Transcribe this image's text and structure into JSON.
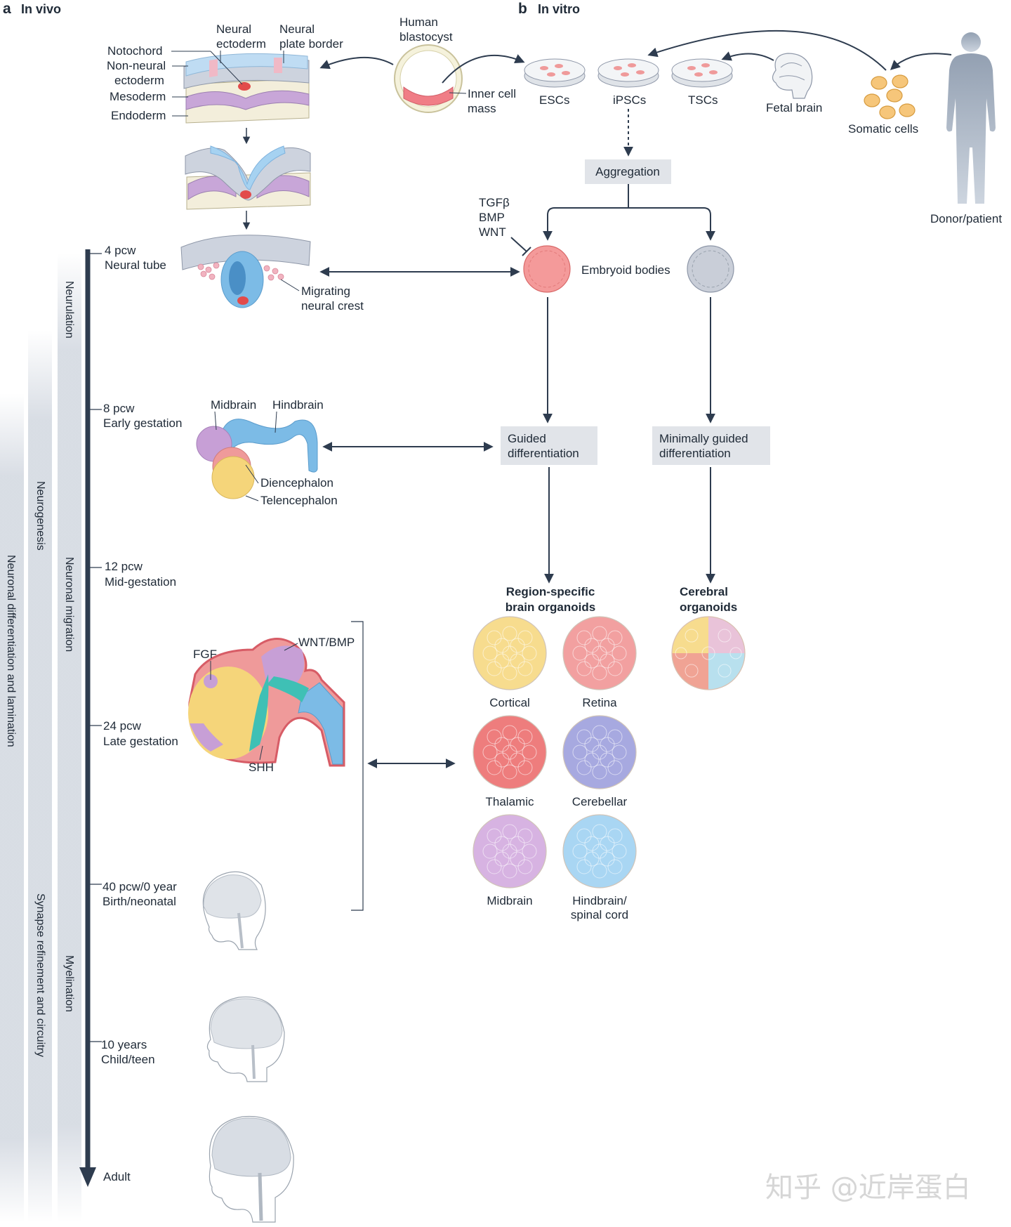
{
  "panel_a": {
    "letter": "a",
    "title": "In vivo"
  },
  "panel_b": {
    "letter": "b",
    "title": "In vitro"
  },
  "embryo_labels": {
    "neural_ectoderm": [
      "Neural",
      "ectoderm"
    ],
    "neural_plate_border": [
      "Neural",
      "plate border"
    ],
    "notochord": "Notochord",
    "non_neural_ectoderm": [
      "Non-neural",
      "ectoderm"
    ],
    "mesoderm": "Mesoderm",
    "endoderm": "Endoderm"
  },
  "timeline": [
    {
      "time": "4 pcw",
      "stage": "Neural tube"
    },
    {
      "time": "8 pcw",
      "stage": "Early gestation"
    },
    {
      "time": "12 pcw",
      "stage": "Mid-gestation"
    },
    {
      "time": "24 pcw",
      "stage": "Late gestation"
    },
    {
      "time": "40 pcw/0 year",
      "stage": "Birth/neonatal"
    },
    {
      "time": "10 years",
      "stage": "Child/teen"
    },
    {
      "time": "Adult",
      "stage": ""
    }
  ],
  "process_bars": {
    "outer": "Neuronal differentiation and lamination",
    "middle": [
      "Neurogenesis",
      "Synapse refinement and circuitry"
    ],
    "inner": [
      "Neurulation",
      "Neuronal migration",
      "Myelination"
    ]
  },
  "neural_crest_label": [
    "Migrating",
    "neural crest"
  ],
  "brain8_labels": {
    "midbrain": "Midbrain",
    "hindbrain": "Hindbrain",
    "diencephalon": "Diencephalon",
    "telencephalon": "Telencephalon"
  },
  "brain24_labels": {
    "fgf": "FGF",
    "wnt_bmp": "WNT/BMP",
    "shh": "SHH"
  },
  "sources": {
    "blastocyst": [
      "Human",
      "blastocyst"
    ],
    "inner_cell_mass": [
      "Inner cell",
      "mass"
    ],
    "escs": "ESCs",
    "ipscs": "iPSCs",
    "tscs": "TSCs",
    "fetal_brain": "Fetal brain",
    "somatic_cells": "Somatic cells",
    "donor": "Donor/patient"
  },
  "flow": {
    "aggregation": "Aggregation",
    "factors": [
      "TGFβ",
      "BMP",
      "WNT"
    ],
    "embryoid_bodies": "Embryoid bodies",
    "guided": [
      "Guided",
      "differentiation"
    ],
    "minimally_guided": [
      "Minimally guided",
      "differentiation"
    ]
  },
  "region_specific": {
    "title": [
      "Region-specific",
      "brain organoids"
    ],
    "organoids": [
      {
        "label": [
          "Cortical"
        ],
        "color": "#f7dc8e"
      },
      {
        "label": [
          "Retina"
        ],
        "color": "#f2a0a0"
      },
      {
        "label": [
          "Thalamic"
        ],
        "color": "#ee7d7d"
      },
      {
        "label": [
          "Cerebellar"
        ],
        "color": "#a7a9e0"
      },
      {
        "label": [
          "Midbrain"
        ],
        "color": "#d7b3e2"
      },
      {
        "label": [
          "Hindbrain/",
          "spinal cord"
        ],
        "color": "#a9d6f3"
      }
    ]
  },
  "cerebral": {
    "title": [
      "Cerebral",
      "organoids"
    ]
  },
  "watermark": "知乎 @近岸蛋白",
  "colors": {
    "arrow": "#2e3c4f",
    "box_bg": "#e1e4e9",
    "midbrain_purple": "#c79fd6",
    "hindbrain_blue": "#7cbbe6",
    "diencephalon_red": "#ef9a9a",
    "telencephalon_yellow": "#f5d57a",
    "shh_teal": "#3fc0b5"
  }
}
